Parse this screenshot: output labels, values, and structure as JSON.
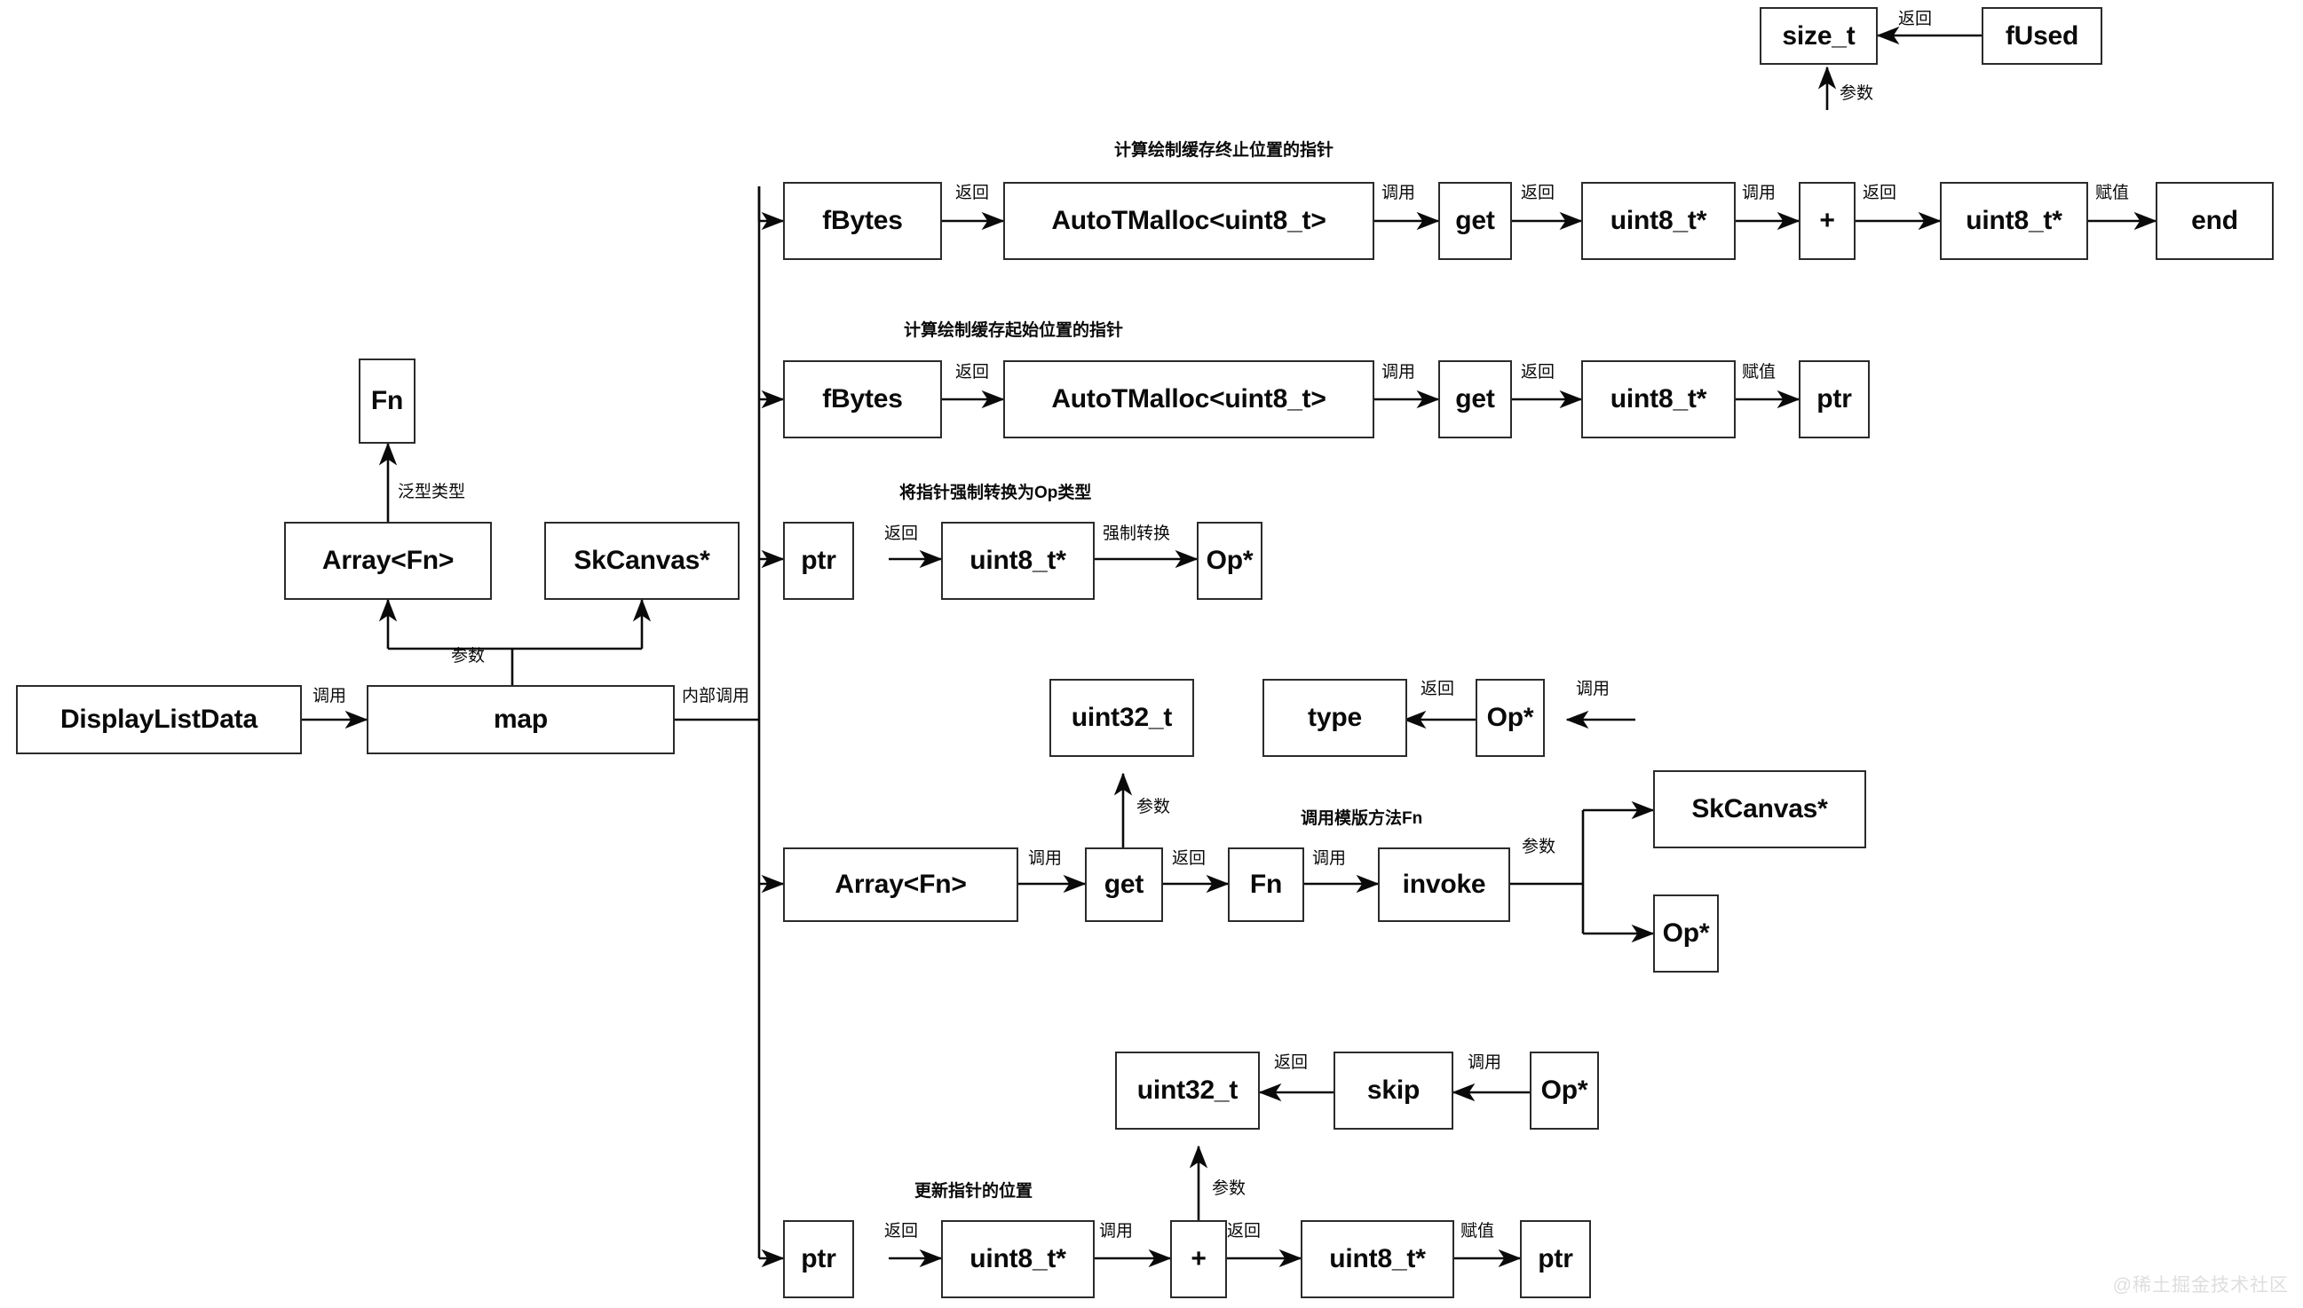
{
  "diagram": {
    "title": "Skia DisplayListData map flow",
    "watermark": "@稀土掘金技术社区",
    "colors": {
      "box_border": "#2b2b2b",
      "box_fill": "#ffffff",
      "line": "#0a0a0a",
      "text": "#0a0a0a",
      "watermark": "#dedede",
      "background": "#ffffff"
    },
    "nodes": [
      {
        "id": "size_t_top",
        "label": "size_t"
      },
      {
        "id": "fUsed",
        "label": "fUsed"
      },
      {
        "id": "fBytes_1",
        "label": "fBytes"
      },
      {
        "id": "autotmalloc_1",
        "label": "AutoTMalloc<uint8_t>"
      },
      {
        "id": "get_1",
        "label": "get"
      },
      {
        "id": "u8p_1",
        "label": "uint8_t*"
      },
      {
        "id": "plus_1",
        "label": "+"
      },
      {
        "id": "u8p_2",
        "label": "uint8_t*"
      },
      {
        "id": "end",
        "label": "end"
      },
      {
        "id": "fBytes_2",
        "label": "fBytes"
      },
      {
        "id": "autotmalloc_2",
        "label": "AutoTMalloc<uint8_t>"
      },
      {
        "id": "get_2",
        "label": "get"
      },
      {
        "id": "u8p_3",
        "label": "uint8_t*"
      },
      {
        "id": "ptr_1",
        "label": "ptr"
      },
      {
        "id": "fn_top",
        "label": "Fn"
      },
      {
        "id": "array_fn_top",
        "label": "Array<Fn>"
      },
      {
        "id": "skcanvas_top",
        "label": "SkCanvas*"
      },
      {
        "id": "ptr_2",
        "label": "ptr"
      },
      {
        "id": "u8p_4",
        "label": "uint8_t*"
      },
      {
        "id": "op_cast",
        "label": "Op*"
      },
      {
        "id": "displaylistdata",
        "label": "DisplayListData"
      },
      {
        "id": "map",
        "label": "map"
      },
      {
        "id": "u32_type",
        "label": "uint32_t"
      },
      {
        "id": "type",
        "label": "type"
      },
      {
        "id": "op_type",
        "label": "Op*"
      },
      {
        "id": "array_fn_mid",
        "label": "Array<Fn>"
      },
      {
        "id": "get_3",
        "label": "get"
      },
      {
        "id": "fn_mid",
        "label": "Fn"
      },
      {
        "id": "invoke",
        "label": "invoke"
      },
      {
        "id": "skcanvas_arg",
        "label": "SkCanvas*"
      },
      {
        "id": "op_arg",
        "label": "Op*"
      },
      {
        "id": "u32_skip",
        "label": "uint32_t"
      },
      {
        "id": "skip",
        "label": "skip"
      },
      {
        "id": "op_skip",
        "label": "Op*"
      },
      {
        "id": "ptr_3",
        "label": "ptr"
      },
      {
        "id": "u8p_5",
        "label": "uint8_t*"
      },
      {
        "id": "plus_2",
        "label": "+"
      },
      {
        "id": "u8p_6",
        "label": "uint8_t*"
      },
      {
        "id": "ptr_4",
        "label": "ptr"
      }
    ],
    "edge_labels": [
      {
        "id": "e1",
        "text": "返回"
      },
      {
        "id": "e2",
        "text": "返回"
      },
      {
        "id": "e3",
        "text": "调用"
      },
      {
        "id": "e4",
        "text": "返回"
      },
      {
        "id": "e5",
        "text": "调用"
      },
      {
        "id": "e6",
        "text": "返回"
      },
      {
        "id": "e7",
        "text": "赋值"
      },
      {
        "id": "e8",
        "text": "参数"
      },
      {
        "id": "e9",
        "text": "返回"
      },
      {
        "id": "e10",
        "text": "调用"
      },
      {
        "id": "e11",
        "text": "返回"
      },
      {
        "id": "e12",
        "text": "赋值"
      },
      {
        "id": "e13",
        "text": "泛型类型"
      },
      {
        "id": "e14",
        "text": "返回"
      },
      {
        "id": "e15",
        "text": "强制转换"
      },
      {
        "id": "e16",
        "text": "调用"
      },
      {
        "id": "e17",
        "text": "参数"
      },
      {
        "id": "e18",
        "text": "内部调用"
      },
      {
        "id": "e19",
        "text": "返回"
      },
      {
        "id": "e20",
        "text": "调用"
      },
      {
        "id": "e21",
        "text": "调用"
      },
      {
        "id": "e22",
        "text": "参数"
      },
      {
        "id": "e23",
        "text": "返回"
      },
      {
        "id": "e24",
        "text": "调用"
      },
      {
        "id": "e25",
        "text": "参数"
      },
      {
        "id": "e26",
        "text": "返回"
      },
      {
        "id": "e27",
        "text": "调用"
      },
      {
        "id": "e28",
        "text": "返回"
      },
      {
        "id": "e29",
        "text": "调用"
      },
      {
        "id": "e30",
        "text": "参数"
      },
      {
        "id": "e31",
        "text": "返回"
      },
      {
        "id": "e32",
        "text": "赋值"
      }
    ],
    "group_labels": [
      {
        "id": "g1",
        "text": "计算绘制缓存终止位置的指针"
      },
      {
        "id": "g2",
        "text": "计算绘制缓存起始位置的指针"
      },
      {
        "id": "g3",
        "text": "将指针强制转换为Op类型"
      },
      {
        "id": "g4",
        "text": "调用模版方法Fn"
      },
      {
        "id": "g5",
        "text": "更新指针的位置"
      }
    ]
  }
}
